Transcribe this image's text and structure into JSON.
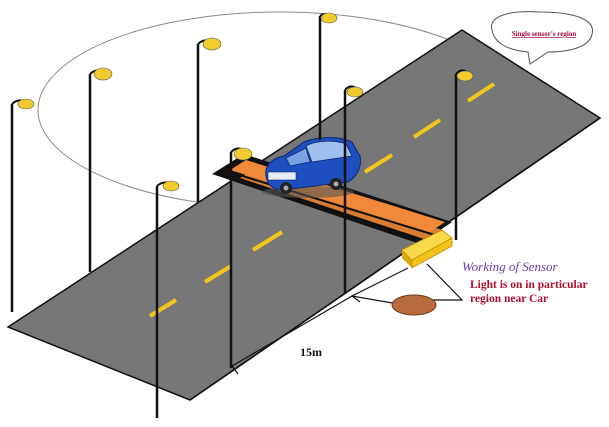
{
  "callout": {
    "label": "Single sensor's region",
    "color": "#a0103a"
  },
  "sensor_note": {
    "title": "Working of Sensor",
    "title_color": "#6a3aa8",
    "body_line1": "Light is on in particular",
    "body_line2": "region near Car",
    "body_color": "#b01030"
  },
  "distance": {
    "label": "15m"
  },
  "colors": {
    "road": "#777777",
    "road_edge": "#111111",
    "lane_marking": "#f3c51a",
    "lamp_glow": "#f2cb2e",
    "pole": "#111111",
    "car_body": "#1d4fbf",
    "sensor_box": "#f2c21a",
    "sensor_strip": "#f08a3a",
    "ground_sensor": "#b86b3e",
    "region_outline": "#8a8a8a"
  },
  "icons": {
    "car": "car-icon",
    "street_lamp": "street-lamp-icon",
    "sensor_box": "sensor-box-icon",
    "ground_sensor": "ground-sensor-icon"
  }
}
